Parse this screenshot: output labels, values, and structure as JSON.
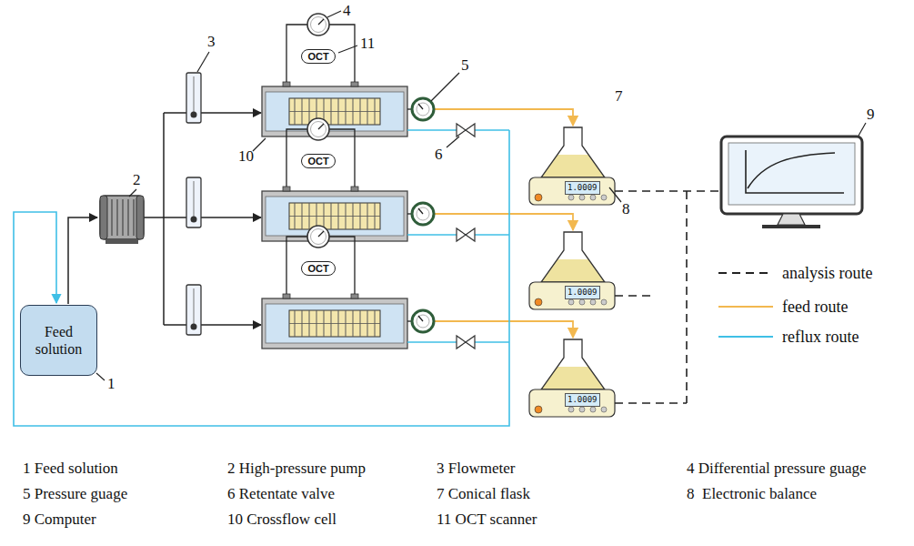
{
  "diagram": {
    "nodes": [
      {
        "text": [
          "Feed solution"
        ]
      },
      {
        "text": [
          "OCT"
        ]
      },
      {
        "text": [
          "OCT"
        ]
      },
      {
        "text": [
          "OCT"
        ]
      },
      {
        "text": [
          "1.0009"
        ]
      },
      {
        "text": [
          "1.0009"
        ]
      },
      {
        "text": [
          "1.0009"
        ]
      }
    ],
    "labels": [
      "1",
      "2",
      "3",
      "4",
      "11",
      "5",
      "6",
      "10",
      "7",
      "8",
      "9",
      "1 Feed solution",
      "2 High-pressure pump",
      "3 Flowmeter",
      "4 Differential pressure guage",
      "5 Pressure guage",
      "6 Retentate valve",
      "7 Conical flask",
      "8  Electronic balance",
      "9 Computer",
      "10 Crossflow cell",
      "11 OCT scanner"
    ],
    "legend": [
      {
        "text": "analysis route"
      },
      {
        "text": "feed route"
      },
      {
        "text": "reflux route"
      }
    ]
  }
}
